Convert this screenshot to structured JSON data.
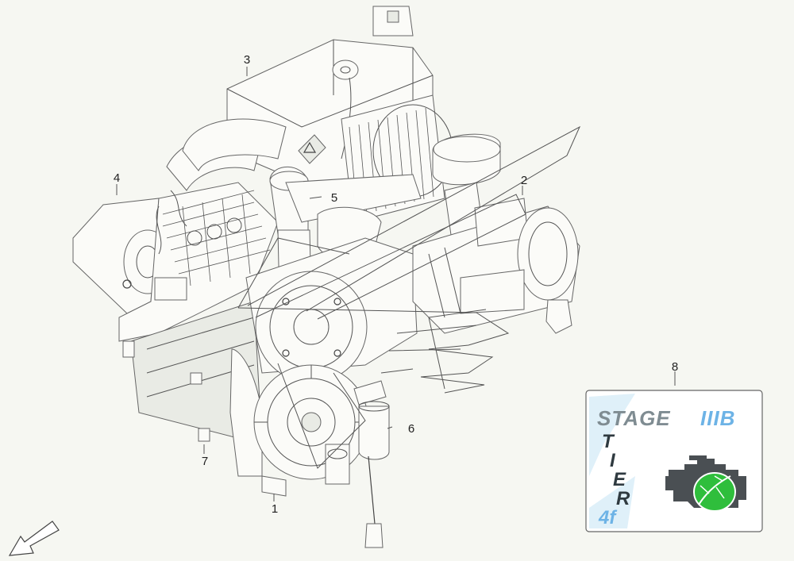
{
  "callouts": {
    "c1": "1",
    "c2": "2",
    "c3": "3",
    "c4": "4",
    "c5": "5",
    "c6": "6",
    "c7": "7",
    "c8": "8"
  },
  "badge": {
    "stage": "STAGE",
    "stage_suffix": "IIIB",
    "tier_t": "T",
    "tier_i": "I",
    "tier_e": "E",
    "tier_r": "R",
    "tier_4f": "4f"
  },
  "icons": {
    "direction": "arrow-down-left-icon",
    "engine": "engine-icon",
    "leaf": "leaf-icon"
  },
  "colors": {
    "line": "#555555",
    "badge_blue": "#6db3e6",
    "badge_gray": "#7f8c92",
    "leaf_green": "#2fbe3c"
  }
}
